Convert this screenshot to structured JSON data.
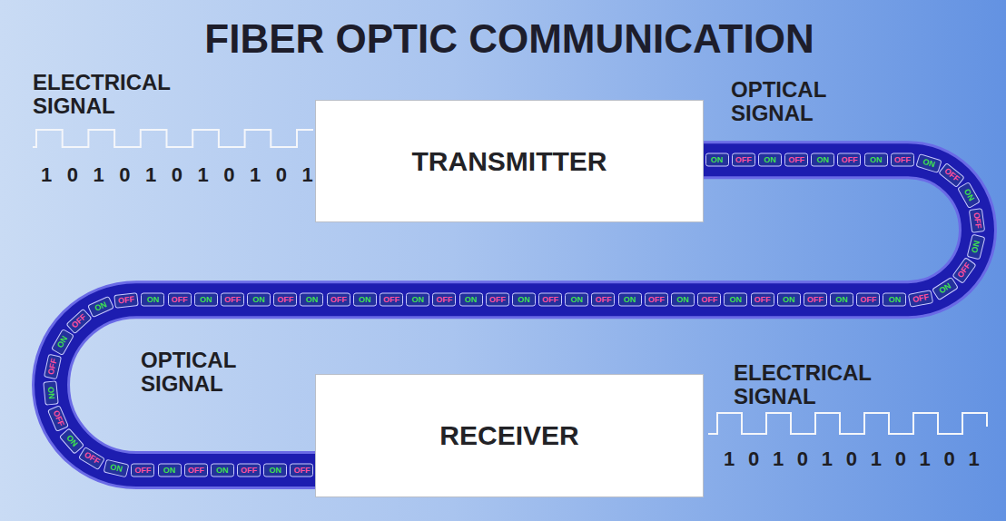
{
  "diagram": {
    "title": "FIBER OPTIC COMMUNICATION",
    "nodes": [
      {
        "text": [
          "TRANSMITTER"
        ]
      },
      {
        "text": [
          "RECEIVER"
        ]
      }
    ],
    "edges": [
      {
        "from": 0,
        "to": 1,
        "arrow": "none"
      }
    ],
    "labels": [
      "ELECTRICAL SIGNAL",
      "1 0 1 0 1 0 1 0 1 0 1",
      "OPTICAL SIGNAL",
      "OPTICAL SIGNAL",
      "ELECTRICAL SIGNAL",
      "1 0 1 0 1 0 1 0 1 0 1",
      "ON",
      "OFF",
      "ON",
      "OFF",
      "ON",
      "OFF",
      "ON",
      "OFF",
      "ON",
      "OFF",
      "ON",
      "OFF",
      "ON",
      "OFF",
      "ON",
      "OFF",
      "ON",
      "OFF",
      "ON",
      "OFF",
      "ON",
      "OFF",
      "ON",
      "OFF",
      "ON",
      "OFF",
      "ON",
      "OFF",
      "ON",
      "OFF",
      "ON",
      "OFF",
      "ON",
      "OFF",
      "ON",
      "OFF",
      "ON",
      "OFF",
      "ON",
      "OFF",
      "ON",
      "OFF",
      "ON",
      "OFF",
      "ON",
      "OFF",
      "ON",
      "OFF",
      "ON",
      "OFF",
      "ON",
      "OFF",
      "ON",
      "OFF",
      "ON",
      "OFF",
      "ON",
      "OFF",
      "ON",
      "OFF",
      "ON",
      "OFF"
    ]
  }
}
